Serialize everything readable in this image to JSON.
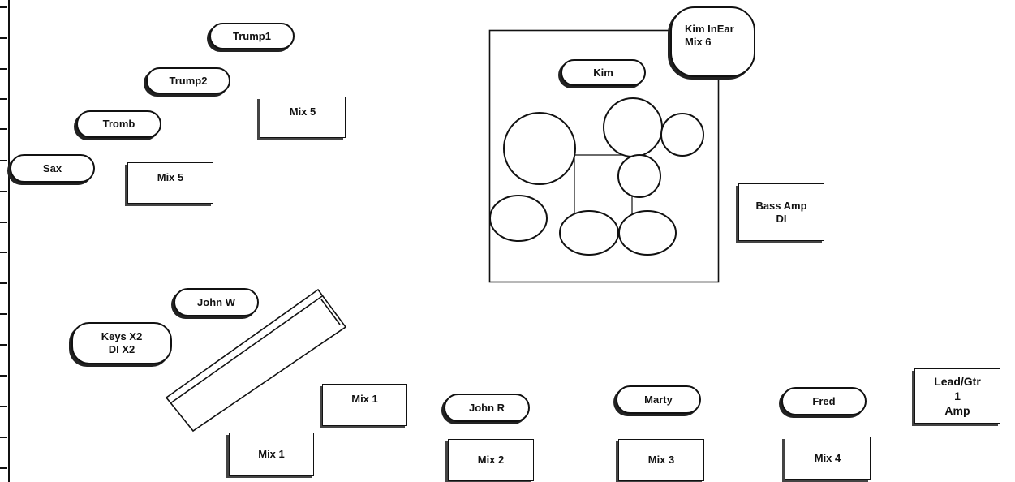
{
  "labels": {
    "trump1": "Trump1",
    "trump2": "Trump2",
    "tromb": "Tromb",
    "sax": "Sax",
    "mix5_upper": "Mix 5",
    "mix5_lower": "Mix 5",
    "kim": "Kim",
    "kim_inear": "Kim InEar\nMix 6",
    "bass_amp": "Bass Amp\nDI",
    "john_w": "John W",
    "keys": "Keys X2\nDI X2",
    "mix1_upper": "Mix 1",
    "mix1_lower": "Mix 1",
    "john_r": "John R",
    "mix2": "Mix 2",
    "marty": "Marty",
    "mix3": "Mix 3",
    "fred": "Fred",
    "mix4": "Mix 4",
    "lead_gtr": "Lead/Gtr\n1\nAmp"
  }
}
